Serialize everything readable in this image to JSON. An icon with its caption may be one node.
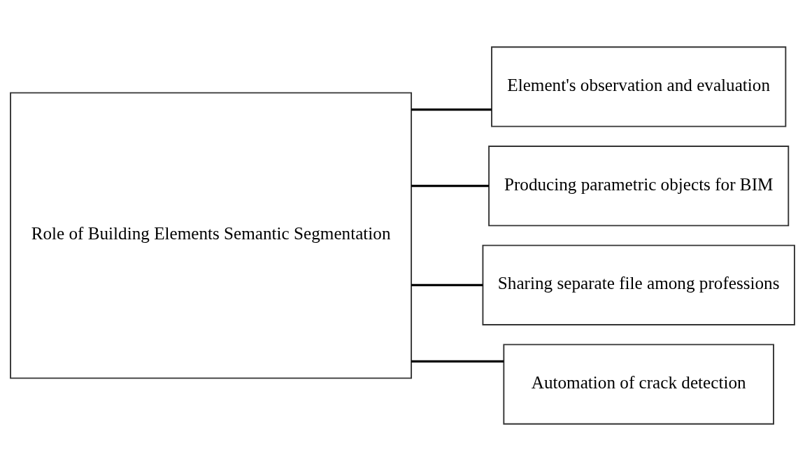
{
  "diagram": {
    "nodes": [
      {
        "text": [
          "Role of Building Elements Semantic Segmentation"
        ]
      },
      {
        "text": [
          "Element's observation and evaluation"
        ]
      },
      {
        "text": [
          "Producing parametric objects for BIM"
        ]
      },
      {
        "text": [
          "Sharing separate file among professions"
        ]
      },
      {
        "text": [
          "Automation of crack detection"
        ]
      }
    ],
    "edges": [
      {
        "from": 0,
        "to": 1,
        "arrow": "none"
      },
      {
        "from": 0,
        "to": 2,
        "arrow": "none"
      },
      {
        "from": 0,
        "to": 3,
        "arrow": "none"
      },
      {
        "from": 0,
        "to": 4,
        "arrow": "none"
      }
    ]
  }
}
